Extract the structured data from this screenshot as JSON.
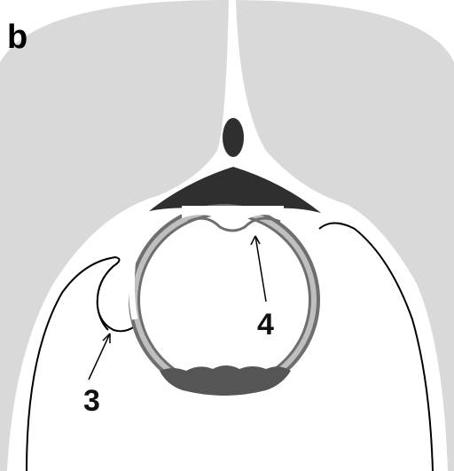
{
  "figure": {
    "panel_letter": "b",
    "callouts": [
      {
        "id": "3",
        "label": "3"
      },
      {
        "id": "4",
        "label": "4"
      }
    ]
  },
  "colors": {
    "background_tissue": "#d9d9d9",
    "white_region": "#ffffff",
    "dark_mass": "#2f2f2f",
    "ring_light": "#bfbfbf",
    "ring_dark": "#6e6e6e",
    "sediment": "#555555",
    "outline": "#000000"
  }
}
